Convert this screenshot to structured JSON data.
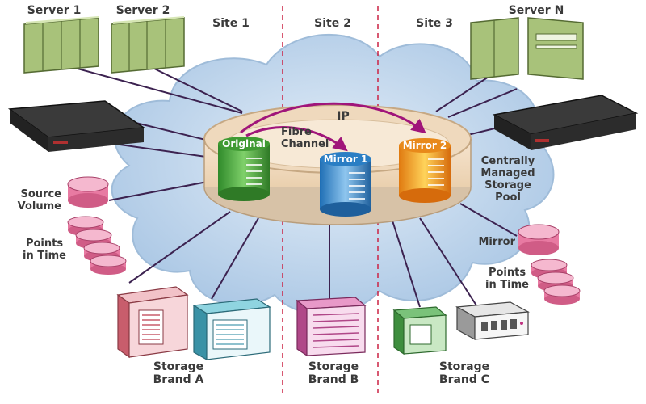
{
  "labels": {
    "server_1": "Server 1",
    "server_2": "Server 2",
    "server_n": "Server N",
    "site_1": "Site 1",
    "site_2": "Site 2",
    "site_3": "Site 3",
    "ip": "IP",
    "fibre_line1": "Fibre",
    "fibre_line2": "Channel",
    "pool_line1": "Centrally",
    "pool_line2": "Managed",
    "pool_line3": "Storage",
    "pool_line4": "Pool",
    "source_line1": "Source",
    "source_line2": "Volume",
    "pit_left_line1": "Points",
    "pit_left_line2": "in Time",
    "mirror": "Mirror",
    "pit_right_line1": "Points",
    "pit_right_line2": "in Time",
    "brand_a_line1": "Storage",
    "brand_a_line2": "Brand A",
    "brand_b_line1": "Storage",
    "brand_b_line2": "Brand B",
    "brand_c_line1": "Storage",
    "brand_c_line2": "Brand C"
  },
  "volumes": {
    "original": "Original",
    "mirror_1": "Mirror 1",
    "mirror_2": "Mirror 2"
  },
  "colors": {
    "cloud": "#c7dcef",
    "ring": "#f1d6b8",
    "link_line": "#3c2250",
    "replication_arrow": "#a0157a",
    "site_divider": "#cc2244",
    "server_green": "#b8cf8a",
    "original_drum": "#4ea83a",
    "mirror1_drum": "#3f8fd0",
    "mirror2_drum": "#f3a62a",
    "snapshot_disk": "#f2a9c4"
  }
}
